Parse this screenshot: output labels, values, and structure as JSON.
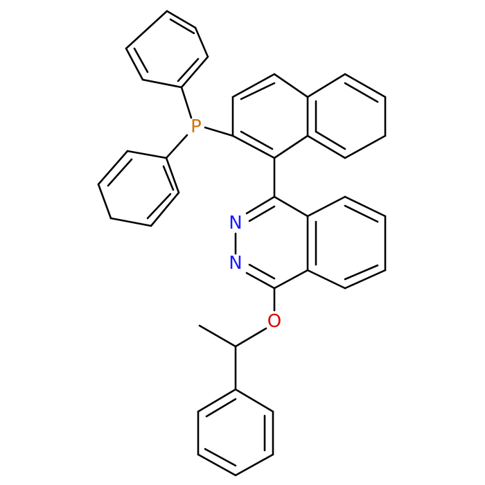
{
  "molecule": {
    "atom_labels": {
      "phosphorus": "P",
      "nitrogen_upper": "N",
      "nitrogen_lower": "N",
      "oxygen": "O"
    },
    "colors": {
      "bond": "#000000",
      "phosphorus": "#d4700a",
      "nitrogen": "#1a1aff",
      "oxygen": "#e00000"
    }
  }
}
